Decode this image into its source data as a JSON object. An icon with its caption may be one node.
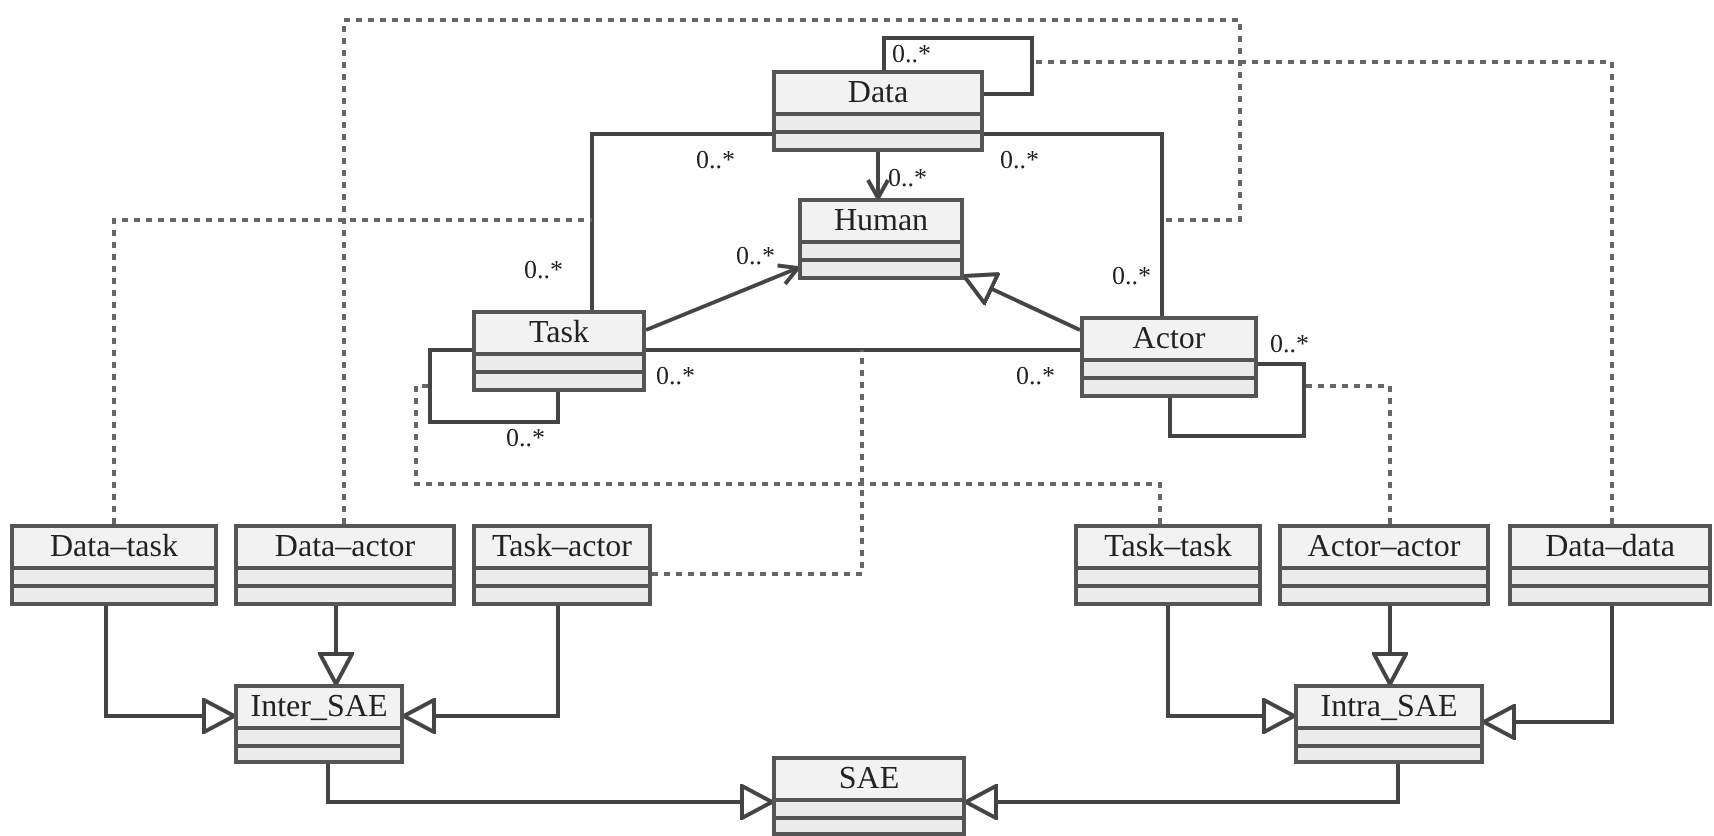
{
  "diagram": {
    "nodes": [
      {
        "text": [
          "Data"
        ]
      },
      {
        "text": [
          "Human"
        ]
      },
      {
        "text": [
          "Task"
        ]
      },
      {
        "text": [
          "Actor"
        ]
      },
      {
        "text": [
          "Data–task"
        ]
      },
      {
        "text": [
          "Data–actor"
        ]
      },
      {
        "text": [
          "Task–actor"
        ]
      },
      {
        "text": [
          "Inter_SAE"
        ]
      },
      {
        "text": [
          "Task–task"
        ]
      },
      {
        "text": [
          "Actor–actor"
        ]
      },
      {
        "text": [
          "Data–data"
        ]
      },
      {
        "text": [
          "Intra_SAE"
        ]
      },
      {
        "text": [
          "SAE"
        ]
      }
    ],
    "edges": [
      {
        "from": 0,
        "to": 0,
        "arrow": "none"
      },
      {
        "from": 0,
        "to": 1,
        "arrow": "to"
      },
      {
        "from": 0,
        "to": 2,
        "arrow": "none"
      },
      {
        "from": 0,
        "to": 3,
        "arrow": "none"
      },
      {
        "from": 2,
        "to": 1,
        "arrow": "to"
      },
      {
        "from": 3,
        "to": 1,
        "arrow": "to"
      },
      {
        "from": 2,
        "to": 3,
        "arrow": "none"
      },
      {
        "from": 2,
        "to": 2,
        "arrow": "none"
      },
      {
        "from": 3,
        "to": 3,
        "arrow": "none"
      },
      {
        "from": 4,
        "to": null,
        "arrow": "none",
        "style": "dashed"
      },
      {
        "from": 5,
        "to": null,
        "arrow": "none",
        "style": "dashed"
      },
      {
        "from": 6,
        "to": null,
        "arrow": "none",
        "style": "dashed"
      },
      {
        "from": 8,
        "to": null,
        "arrow": "none",
        "style": "dashed"
      },
      {
        "from": 9,
        "to": null,
        "arrow": "none",
        "style": "dashed"
      },
      {
        "from": 10,
        "to": null,
        "arrow": "none",
        "style": "dashed"
      },
      {
        "from": 4,
        "to": 7,
        "arrow": "to"
      },
      {
        "from": 5,
        "to": 7,
        "arrow": "to"
      },
      {
        "from": 6,
        "to": 7,
        "arrow": "to"
      },
      {
        "from": 8,
        "to": 11,
        "arrow": "to"
      },
      {
        "from": 9,
        "to": 11,
        "arrow": "to"
      },
      {
        "from": 10,
        "to": 11,
        "arrow": "to"
      },
      {
        "from": 7,
        "to": 12,
        "arrow": "to"
      },
      {
        "from": 11,
        "to": 12,
        "arrow": "to"
      }
    ],
    "labels": [
      "0..*",
      "0..*",
      "0..*",
      "0..*",
      "0..*",
      "0..*",
      "0..*",
      "0..*",
      "0..*",
      "0..*",
      "0..*"
    ]
  }
}
